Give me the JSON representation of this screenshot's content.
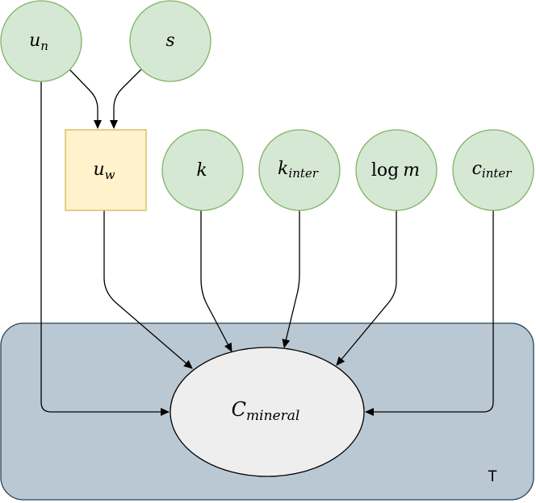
{
  "colors": {
    "plate_fill": "#bac8d3",
    "plate_stroke": "#23445d",
    "node_fill": "#d5e8d4",
    "node_stroke": "#82b366",
    "det_fill": "#fff2cc",
    "det_stroke": "#d6b656",
    "obs_fill": "#eeeeee",
    "obs_stroke": "#000000"
  },
  "plate": {
    "label": "T"
  },
  "nodes": {
    "u_n": {
      "base": "u",
      "sub": "n"
    },
    "s": {
      "base": "s"
    },
    "u_w": {
      "base": "u",
      "sub": "w"
    },
    "k": {
      "base": "k"
    },
    "k_inter": {
      "base": "k",
      "sub": "inter"
    },
    "log_m": {
      "fn": "log",
      "var": "m"
    },
    "c_inter": {
      "base": "c",
      "sub": "inter"
    },
    "C_mineral": {
      "base": "C",
      "sub": "mineral"
    }
  },
  "edges": [
    {
      "from": "u_n",
      "to": "u_w"
    },
    {
      "from": "s",
      "to": "u_w"
    },
    {
      "from": "u_n",
      "to": "C_mineral"
    },
    {
      "from": "u_w",
      "to": "C_mineral"
    },
    {
      "from": "k",
      "to": "C_mineral"
    },
    {
      "from": "k_inter",
      "to": "C_mineral"
    },
    {
      "from": "log_m",
      "to": "C_mineral"
    },
    {
      "from": "c_inter",
      "to": "C_mineral"
    }
  ]
}
